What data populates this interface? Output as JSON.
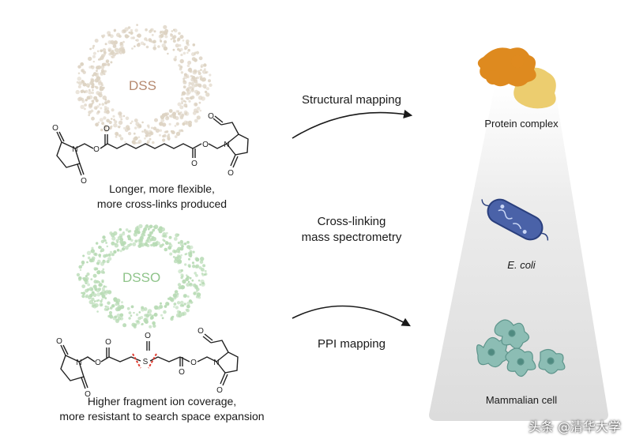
{
  "colors": {
    "dss_beads": "#ddd3c3",
    "dss_label": "#b68a70",
    "dsso_beads": "#b8dbb5",
    "dsso_label": "#8fc48a",
    "cone": "#e6e6e6",
    "protein_orange": "#de8a1f",
    "protein_yellow": "#eccd6f",
    "ecoli_fill": "#4a62a8",
    "mammalian_cell": "#8cbdb4",
    "cleavage_red": "#e03a2f"
  },
  "crosslinkers": {
    "dss": {
      "name": "DSS",
      "description_line1": "Longer, more flexible,",
      "description_line2": "more cross-links produced"
    },
    "dsso": {
      "name": "DSSO",
      "description_line1": "Higher fragment ion coverage,",
      "description_line2": "more resistant to search space expansion"
    }
  },
  "molecule_atoms": {
    "nitrogen": "N",
    "oxygen": "O",
    "sulfur": "S"
  },
  "method": {
    "arrow_top_label": "Structural mapping",
    "center_line1": "Cross-linking",
    "center_line2": "mass spectrometry",
    "arrow_bottom_label": "PPI mapping"
  },
  "scales": {
    "protein_complex": "Protein complex",
    "ecoli": "E. coli",
    "mammalian_cell": "Mammalian cell"
  },
  "watermark": "头条 @清华大学"
}
